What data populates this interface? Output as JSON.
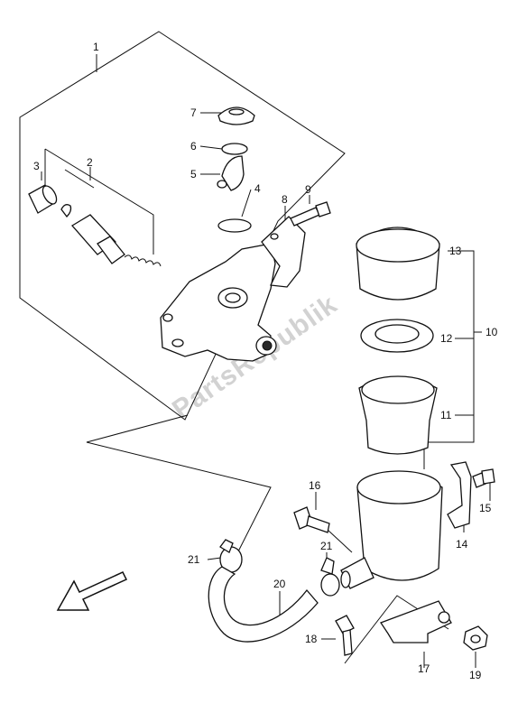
{
  "labels": {
    "p1": "1",
    "p2": "2",
    "p3": "3",
    "p4": "4",
    "p5": "5",
    "p6": "6",
    "p7": "7",
    "p8": "8",
    "p9": "9",
    "p10": "10",
    "p11": "11",
    "p12": "12",
    "p13": "13",
    "p14": "14",
    "p15": "15",
    "p16": "16",
    "p17": "17",
    "p18": "18",
    "p19": "19",
    "p20": "20",
    "p21a": "21",
    "p21b": "21"
  },
  "watermark": "PartsRepublik",
  "icons": {
    "direction_arrow": "front-direction-arrow-icon"
  }
}
